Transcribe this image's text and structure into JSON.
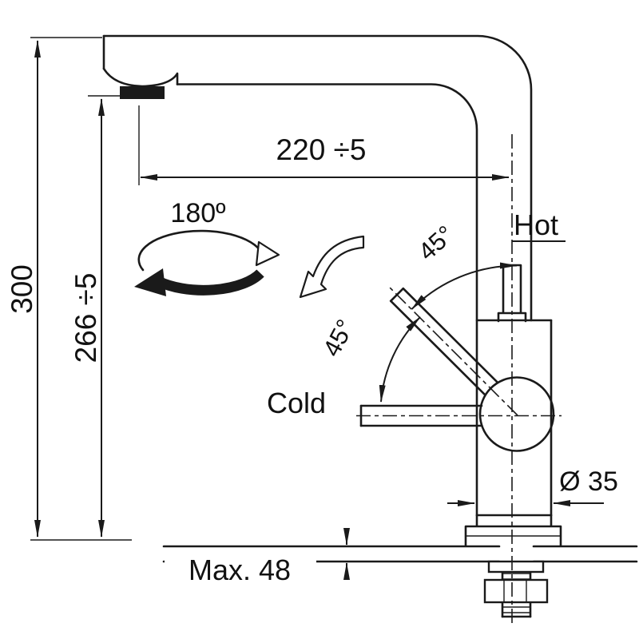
{
  "labels": {
    "dim_width": "220 ÷5",
    "dim_height_total": "300",
    "dim_height_spout": "266 ÷5",
    "swivel_angle": "180º",
    "handle_angle_upper": "45°",
    "handle_angle_lower": "45°",
    "hot": "Hot",
    "cold": "Cold",
    "base_diameter": "Ø 35",
    "max_counter_thickness": "Max. 48"
  },
  "colors": {
    "line": "#1a1a1a",
    "background": "#ffffff"
  }
}
